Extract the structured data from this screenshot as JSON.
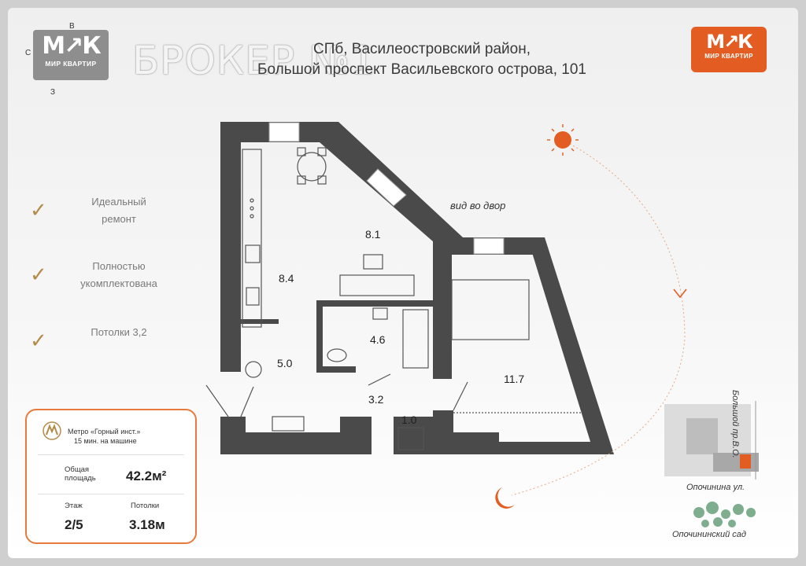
{
  "compass": {
    "n": "В",
    "w": "С",
    "s": "З"
  },
  "logo_left": {
    "mark": "М↗К",
    "brand": "МИР КВАРТИР"
  },
  "title": "БРОКЕР №1",
  "address": {
    "line1": "СПб, Василеостровский район,",
    "line2": "Большой проспект Васильевского острова, 101"
  },
  "logo_right": {
    "mark": "М↗К",
    "brand": "МИР КВАРТИР"
  },
  "features": [
    "Идеальный ремонт",
    "Полностью укомплектована",
    "Потолки 3,2"
  ],
  "view_label": "вид во двор",
  "rooms": [
    {
      "name": "kitchen-dining",
      "area": "8.1"
    },
    {
      "name": "kitchen",
      "area": "8.4"
    },
    {
      "name": "hall",
      "area": "5.0"
    },
    {
      "name": "bathroom",
      "area": "4.6"
    },
    {
      "name": "corridor",
      "area": "3.2"
    },
    {
      "name": "closet",
      "area": "1.0"
    },
    {
      "name": "bedroom",
      "area": "11.7"
    }
  ],
  "info": {
    "metro_name": "Метро «Горный инст.»",
    "metro_time": "15 мин. на машине",
    "total_area_label": "Общая площадь",
    "total_area_value": "42.2м²",
    "floor_label": "Этаж",
    "floor_value": "2/5",
    "ceiling_label": "Потолки",
    "ceiling_value": "3.18м"
  },
  "map": {
    "street_main": "Большой пр.В.О.",
    "street_side": "Опочинина ул.",
    "garden": "Опочининский сад"
  },
  "colors": {
    "accent": "#e35d22",
    "wall": "#4a4a4a",
    "check": "#b58b4a",
    "logo_gray": "#8e8e8e"
  }
}
